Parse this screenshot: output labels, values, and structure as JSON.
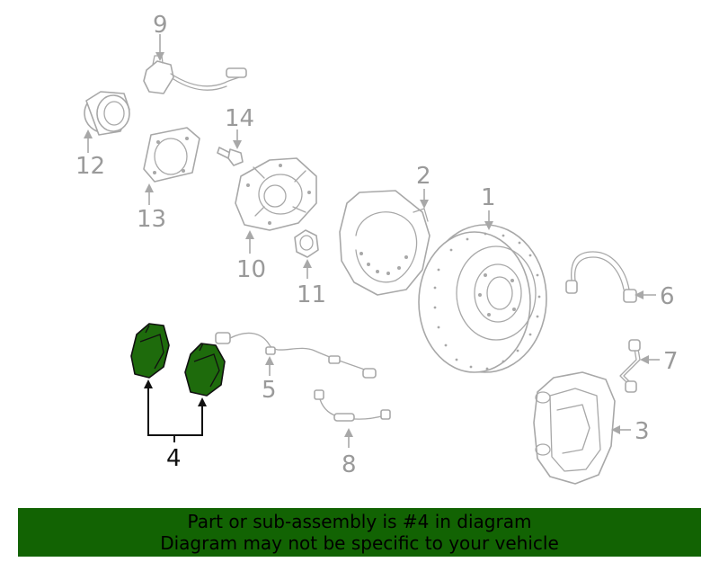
{
  "diagram": {
    "callouts": {
      "c1": "1",
      "c2": "2",
      "c3": "3",
      "c4": "4",
      "c5": "5",
      "c6": "6",
      "c7": "7",
      "c8": "8",
      "c9": "9",
      "c10": "10",
      "c11": "11",
      "c12": "12",
      "c13": "13",
      "c14": "14"
    },
    "highlighted_part": "4",
    "colors": {
      "highlight": "#1e6b0c",
      "linework": "#a8a8a8",
      "banner": "#126303"
    }
  },
  "banner": {
    "line1": "Part or sub-assembly is #4 in diagram",
    "line2": "Diagram may not be specific to your vehicle"
  }
}
